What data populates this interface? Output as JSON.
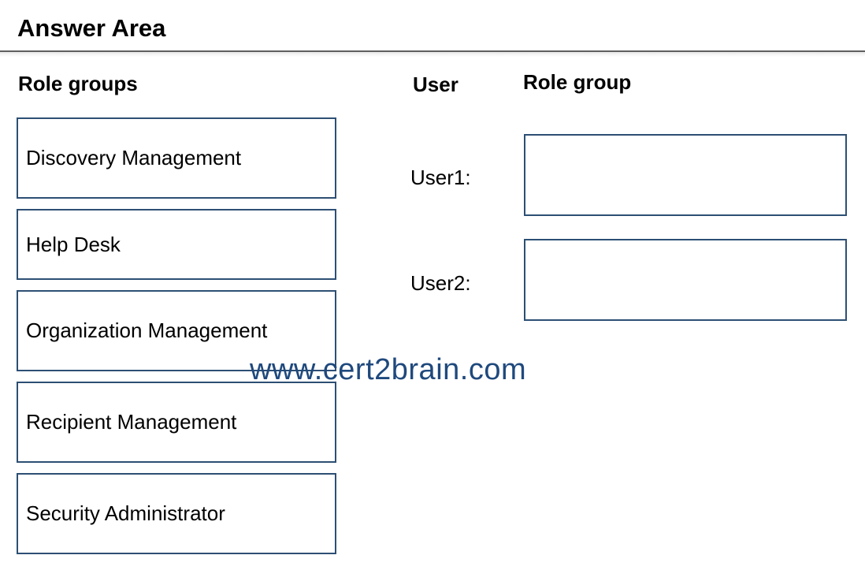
{
  "header": {
    "title": "Answer Area"
  },
  "columns": {
    "role_groups_heading": "Role groups",
    "user_heading": "User",
    "role_group_heading": "Role group"
  },
  "role_groups": [
    {
      "label": "Discovery Management"
    },
    {
      "label": "Help Desk"
    },
    {
      "label": "Organization Management"
    },
    {
      "label": "Recipient Management"
    },
    {
      "label": "Security Administrator"
    }
  ],
  "users": [
    {
      "label": "User1:",
      "selected_role_group": ""
    },
    {
      "label": "User2:",
      "selected_role_group": ""
    }
  ],
  "watermark": "www.cert2brain.com",
  "colors": {
    "box_border": "#2d4f74",
    "watermark": "#1f497d",
    "rule": "#5f5f5f"
  }
}
